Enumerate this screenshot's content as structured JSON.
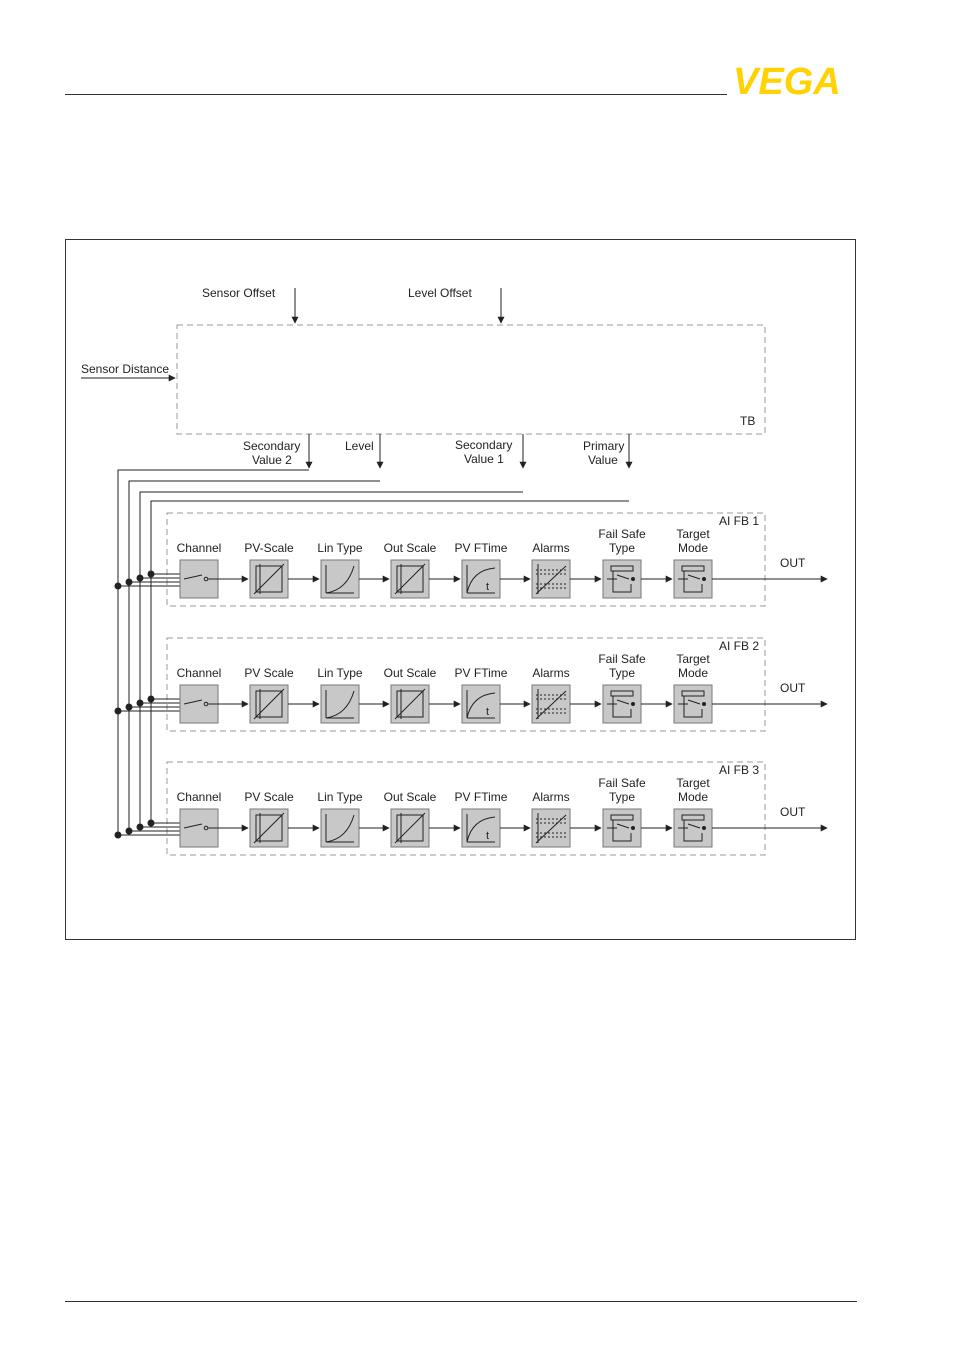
{
  "logo": {
    "text": "VEGA",
    "color": "#FFD200"
  },
  "tb": {
    "label": "TB",
    "inputs": {
      "sensor_offset": "Sensor Offset",
      "level_offset": "Level Offset",
      "sensor_distance": "Sensor Distance"
    },
    "outputs": {
      "secondary_value_2": [
        "Secondary",
        "Value 2"
      ],
      "level": "Level",
      "secondary_value_1": [
        "Secondary",
        "Value 1"
      ],
      "primary_value": [
        "Primary",
        "Value"
      ]
    }
  },
  "fb_blocks": [
    {
      "name": "AI FB 1",
      "out": "OUT",
      "stages": [
        [
          "Channel"
        ],
        [
          "PV-Scale"
        ],
        [
          "Lin Type"
        ],
        [
          "Out Scale"
        ],
        [
          "PV FTime"
        ],
        [
          "Alarms"
        ],
        [
          "Fail Safe",
          "Type"
        ],
        [
          "Target",
          "Mode"
        ]
      ]
    },
    {
      "name": "AI FB 2",
      "out": "OUT",
      "stages": [
        [
          "Channel"
        ],
        [
          "PV Scale"
        ],
        [
          "Lin Type"
        ],
        [
          "Out Scale"
        ],
        [
          "PV FTime"
        ],
        [
          "Alarms"
        ],
        [
          "Fail Safe",
          "Type"
        ],
        [
          "Target",
          "Mode"
        ]
      ]
    },
    {
      "name": "AI FB 3",
      "out": "OUT",
      "stages": [
        [
          "Channel"
        ],
        [
          "PV Scale"
        ],
        [
          "Lin Type"
        ],
        [
          "Out Scale"
        ],
        [
          "PV FTime"
        ],
        [
          "Alarms"
        ],
        [
          "Fail Safe",
          "Type"
        ],
        [
          "Target",
          "Mode"
        ]
      ]
    }
  ],
  "pv_ftime_symbol": "t"
}
